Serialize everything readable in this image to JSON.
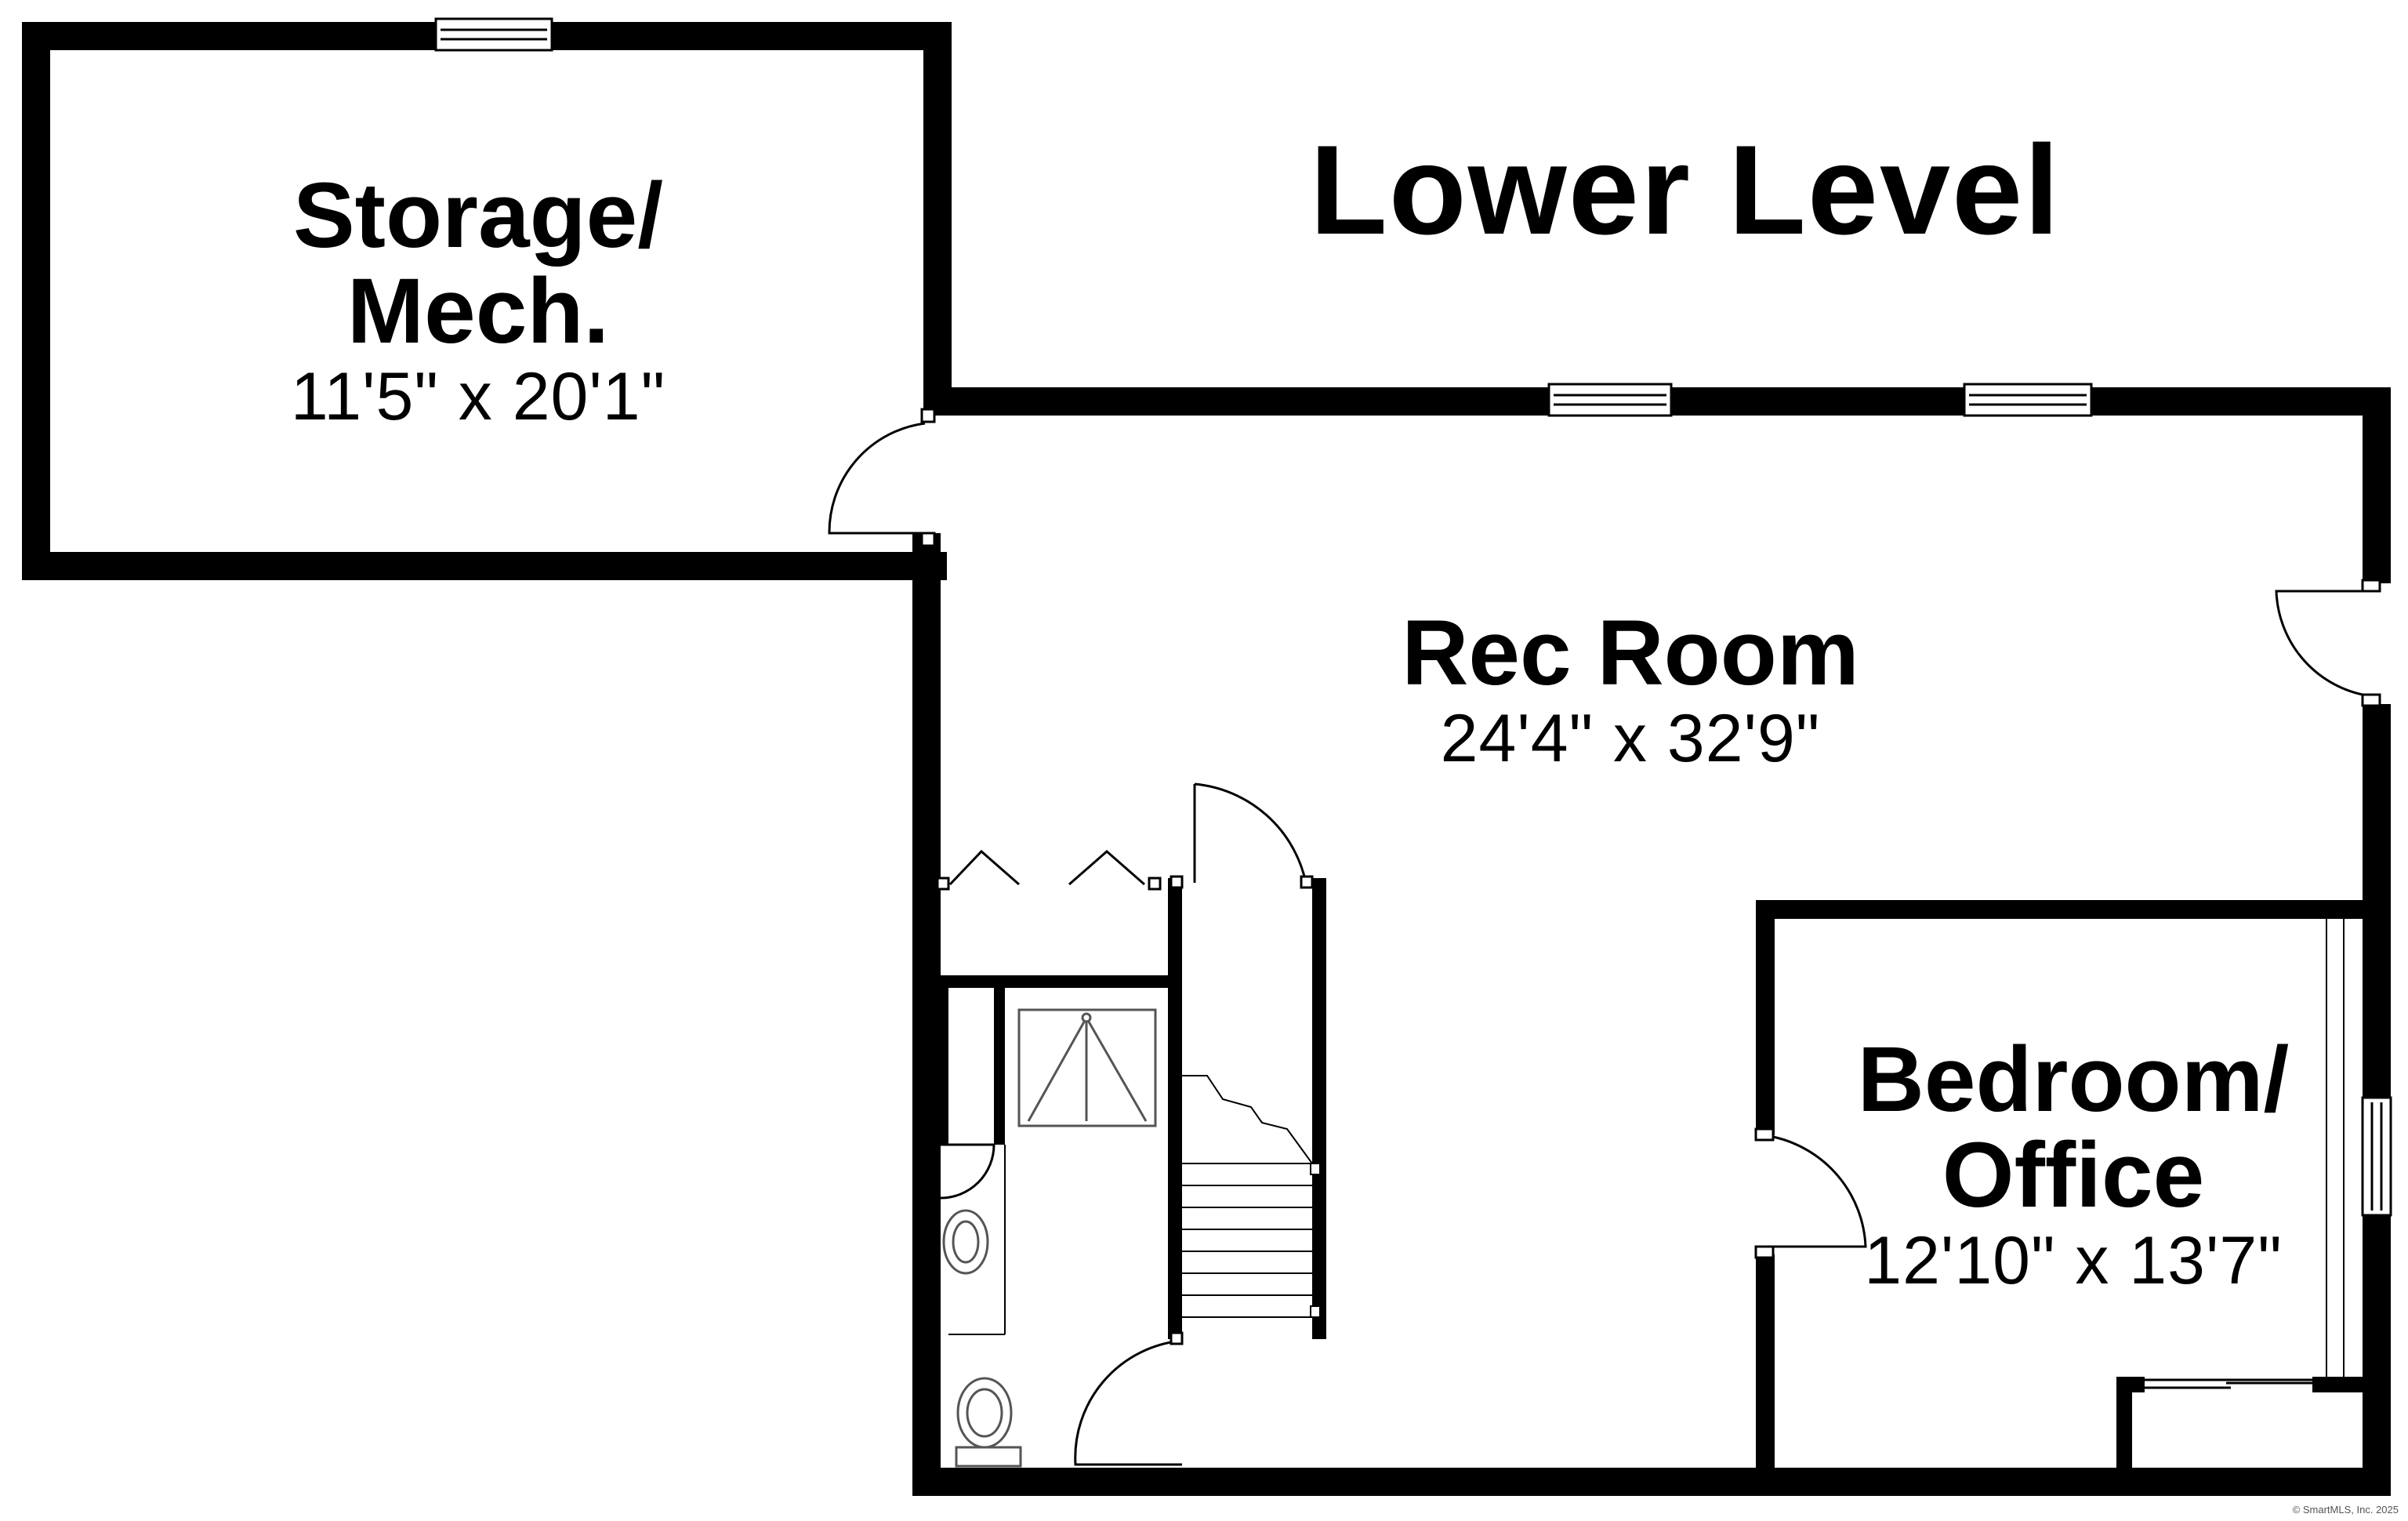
{
  "title": "Lower Level",
  "rooms": {
    "storage": {
      "name_line1": "Storage/",
      "name_line2": "Mech.",
      "size": "11'5\" x 20'1\""
    },
    "rec": {
      "name": "Rec Room",
      "size": "24'4\" x 32'9\""
    },
    "bedroom": {
      "name_line1": "Bedroom/",
      "name_line2": "Office",
      "size": "12'10\" x 13'7\""
    }
  },
  "copyright": "© SmartMLS, Inc. 2025",
  "colors": {
    "wall": "#000000",
    "background": "#ffffff",
    "fixture": "#555555"
  }
}
